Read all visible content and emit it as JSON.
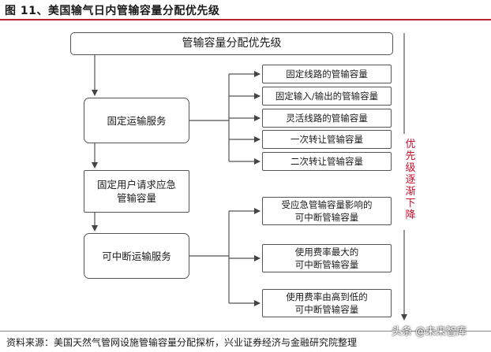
{
  "figure": {
    "title": "图 11、美国输气日内管输容量分配优先级"
  },
  "diagram": {
    "top_node": "管输容量分配优先级",
    "left_nodes": [
      "固定运输服务",
      "固定用户请求应急\n管输容量",
      "可中断运输服务"
    ],
    "right_nodes_group1": [
      "固定线路的管输容量",
      "固定输入/输出的管输容量",
      "灵活线路的管输容量",
      "一次转让管输容量",
      "二次转让管输容量"
    ],
    "right_nodes_group2": [
      "受应急管输容量影响的\n可中断管输容量",
      "使用费率最大的\n可中断管输容量",
      "使用费率由高到低的\n可中断管输容量"
    ],
    "priority_label": "优先级逐渐下降"
  },
  "footer": {
    "source": "资料来源：美国天然气管网设施管输容量分配探析，兴业证券经济与金融研究院整理"
  },
  "watermark": {
    "text": "头条 @未来智库"
  },
  "colors": {
    "title_rule": "#b8242e",
    "priority_text": "#c8102e",
    "line": "#555555"
  }
}
